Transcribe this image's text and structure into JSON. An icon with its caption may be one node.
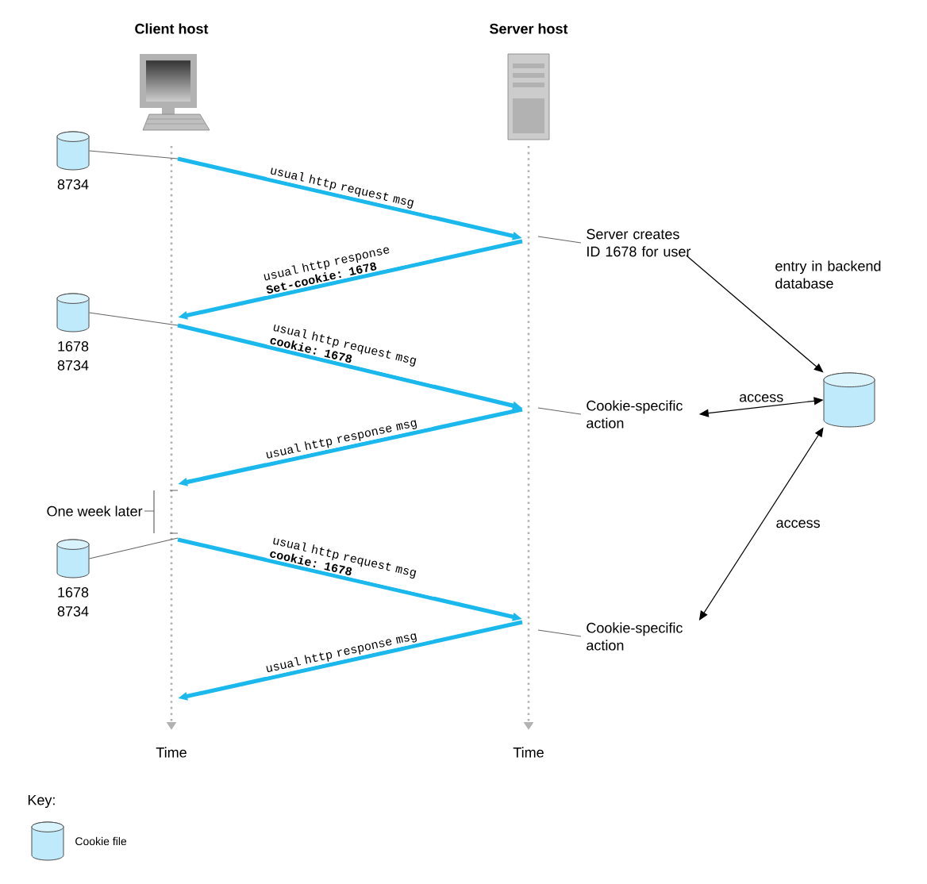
{
  "diagram": {
    "nodes": [
      {
        "text": [
          "Client host"
        ]
      },
      {
        "text": [
          "Server host"
        ]
      },
      {
        "text": [],
        "shape": "cylinder",
        "beside": [
          "8734"
        ]
      },
      {
        "text": [],
        "shape": "cylinder",
        "beside": [
          "1678",
          "8734"
        ]
      },
      {
        "text": [],
        "shape": "cylinder",
        "beside": [
          "1678",
          "8734"
        ]
      },
      {
        "text": [
          "Server creates ID 1678 for user"
        ]
      },
      {
        "text": [
          "Cookie-specific action"
        ]
      },
      {
        "text": [
          "Cookie-specific action"
        ]
      },
      {
        "text": [],
        "shape": "cylinder"
      },
      {
        "text": [
          "One week later"
        ]
      }
    ],
    "edges": [
      {
        "from": 0,
        "to": 1,
        "arrow": "to",
        "label": "usual http request msg",
        "style": "thick",
        "color": "#1ab8ec"
      },
      {
        "from": 1,
        "to": 0,
        "arrow": "to",
        "label": "usual http response **Set-cookie: 1678**",
        "style": "thick",
        "color": "#1ab8ec"
      },
      {
        "from": 0,
        "to": 1,
        "arrow": "to",
        "label": "usual http request msg **cookie: 1678**",
        "style": "thick",
        "color": "#1ab8ec"
      },
      {
        "from": 1,
        "to": 0,
        "arrow": "to",
        "label": "usual http response msg",
        "style": "thick",
        "color": "#1ab8ec"
      },
      {
        "from": 0,
        "to": 1,
        "arrow": "to",
        "label": "usual http request msg **cookie: 1678**",
        "style": "thick",
        "color": "#1ab8ec"
      },
      {
        "from": 1,
        "to": 0,
        "arrow": "to",
        "label": "usual http response msg",
        "style": "thick",
        "color": "#1ab8ec"
      },
      {
        "from": 5,
        "to": 8,
        "arrow": "to",
        "label": "entry in backend database",
        "color": "#000000"
      },
      {
        "from": 6,
        "to": 8,
        "arrow": "both",
        "label": "access",
        "color": "#000000"
      },
      {
        "from": 7,
        "to": 8,
        "arrow": "both",
        "label": "access",
        "color": "#000000"
      },
      {
        "from": 2,
        "to": 0,
        "arrow": "none",
        "color": "#666666"
      },
      {
        "from": 3,
        "to": 0,
        "arrow": "none",
        "color": "#666666"
      },
      {
        "from": 4,
        "to": 0,
        "arrow": "none",
        "color": "#666666"
      },
      {
        "from": 5,
        "to": 1,
        "arrow": "none",
        "color": "#666666"
      },
      {
        "from": 6,
        "to": 1,
        "arrow": "none",
        "color": "#666666"
      },
      {
        "from": 7,
        "to": 1,
        "arrow": "none",
        "color": "#666666"
      },
      {
        "from": 9,
        "to": 0,
        "arrow": "none",
        "color": "#666666"
      }
    ],
    "labels": [
      "Time",
      "Time",
      "Key:"
    ],
    "legend": [
      {
        "text": "Cookie file"
      }
    ]
  }
}
